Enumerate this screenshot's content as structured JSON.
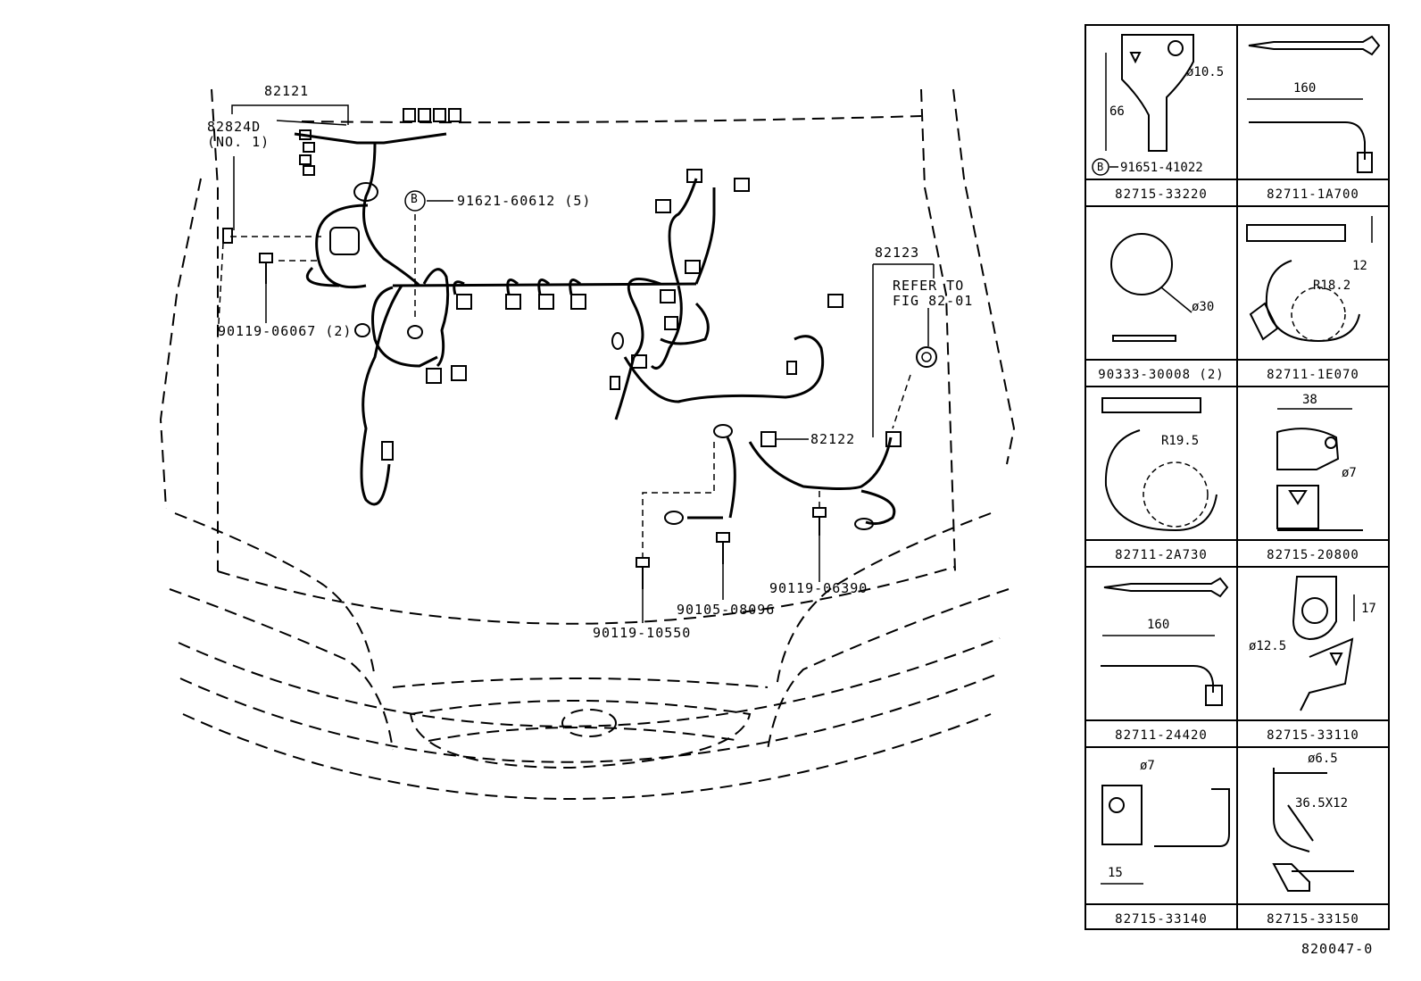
{
  "main": {
    "labels": {
      "harness_82121": "82121",
      "part_82824D": "82824D",
      "no1": "(NO. 1)",
      "bolt_b_label": "B",
      "bolt_91621": "91621-60612 (5)",
      "bolt_90119_06067": "90119-06067 (2)",
      "harness_82123": "82123",
      "refer_to": "REFER TO",
      "fig_ref": "FIG 82-01",
      "harness_82122": "82122",
      "bolt_90119_06390": "90119-06390",
      "bolt_90105_08096": "90105-08096",
      "bolt_90119_10550": "90119-10550"
    }
  },
  "parts_table": {
    "cells": [
      {
        "part": "82715-33220",
        "dims": [
          "ø10.5",
          "66"
        ],
        "callout_marker": "B",
        "callout": "91651-41022"
      },
      {
        "part": "82711-1A700",
        "dims": [
          "160"
        ]
      },
      {
        "part": "90333-30008 (2)",
        "dims": [
          "ø30"
        ]
      },
      {
        "part": "82711-1E070",
        "dims": [
          "12",
          "R18.2"
        ]
      },
      {
        "part": "82711-2A730",
        "dims": [
          "R19.5"
        ]
      },
      {
        "part": "82715-20800",
        "dims": [
          "38",
          "ø7"
        ]
      },
      {
        "part": "82711-24420",
        "dims": [
          "160"
        ]
      },
      {
        "part": "82715-33110",
        "dims": [
          "17",
          "ø12.5"
        ]
      },
      {
        "part": "82715-33140",
        "dims": [
          "ø7",
          "15"
        ]
      },
      {
        "part": "82715-33150",
        "dims": [
          "ø6.5",
          "36.5X12"
        ]
      }
    ]
  },
  "figure_id": "820047-0"
}
